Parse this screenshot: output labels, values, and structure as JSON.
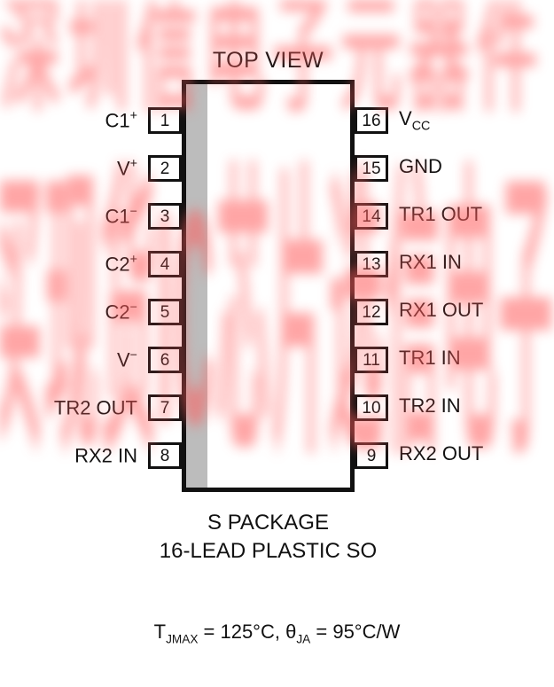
{
  "title": "TOP VIEW",
  "watermark": {
    "line1": "深圳信电子元器件",
    "line2": "买现货IC芯片选信电子",
    "color": "#ff5c5c"
  },
  "pins": {
    "left": [
      {
        "num": "1",
        "base": "C1",
        "sup": "+"
      },
      {
        "num": "2",
        "base": "V",
        "sup": "+"
      },
      {
        "num": "3",
        "base": "C1",
        "sup": "−"
      },
      {
        "num": "4",
        "base": "C2",
        "sup": "+"
      },
      {
        "num": "5",
        "base": "C2",
        "sup": "−"
      },
      {
        "num": "6",
        "base": "V",
        "sup": "−"
      },
      {
        "num": "7",
        "base": "TR2 OUT",
        "sup": ""
      },
      {
        "num": "8",
        "base": "RX2 IN",
        "sup": ""
      }
    ],
    "right": [
      {
        "num": "16",
        "base": "V",
        "sub": "CC"
      },
      {
        "num": "15",
        "base": "GND",
        "sub": ""
      },
      {
        "num": "14",
        "base": "TR1 OUT",
        "sub": ""
      },
      {
        "num": "13",
        "base": "RX1 IN",
        "sub": ""
      },
      {
        "num": "12",
        "base": "RX1 OUT",
        "sub": ""
      },
      {
        "num": "11",
        "base": "TR1 IN",
        "sub": ""
      },
      {
        "num": "10",
        "base": "TR2 IN",
        "sub": ""
      },
      {
        "num": "9",
        "base": "RX2 OUT",
        "sub": ""
      }
    ]
  },
  "package_caption": {
    "line1": "S PACKAGE",
    "line2": "16-LEAD PLASTIC SO"
  },
  "thermal": {
    "t_base": "T",
    "t_sub": "JMAX",
    "mid": " = 125°C, ",
    "theta": "θ",
    "theta_sub": "JA",
    "end": " = 95°C/W"
  }
}
